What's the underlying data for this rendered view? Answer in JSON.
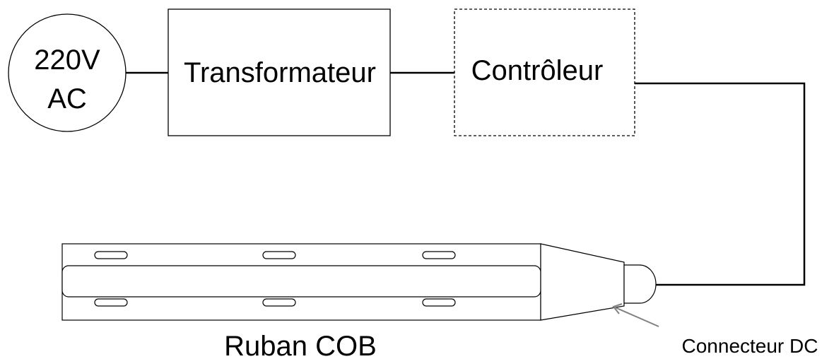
{
  "source": {
    "line1": "220V",
    "line2": "AC"
  },
  "transformer": {
    "label": "Transformateur"
  },
  "controller": {
    "label": "Contrôleur"
  },
  "strip": {
    "label": "Ruban COB"
  },
  "connector": {
    "label": "Connecteur DC"
  },
  "colors": {
    "stroke": "#000000",
    "arrow": "#808080",
    "background": "#ffffff"
  }
}
